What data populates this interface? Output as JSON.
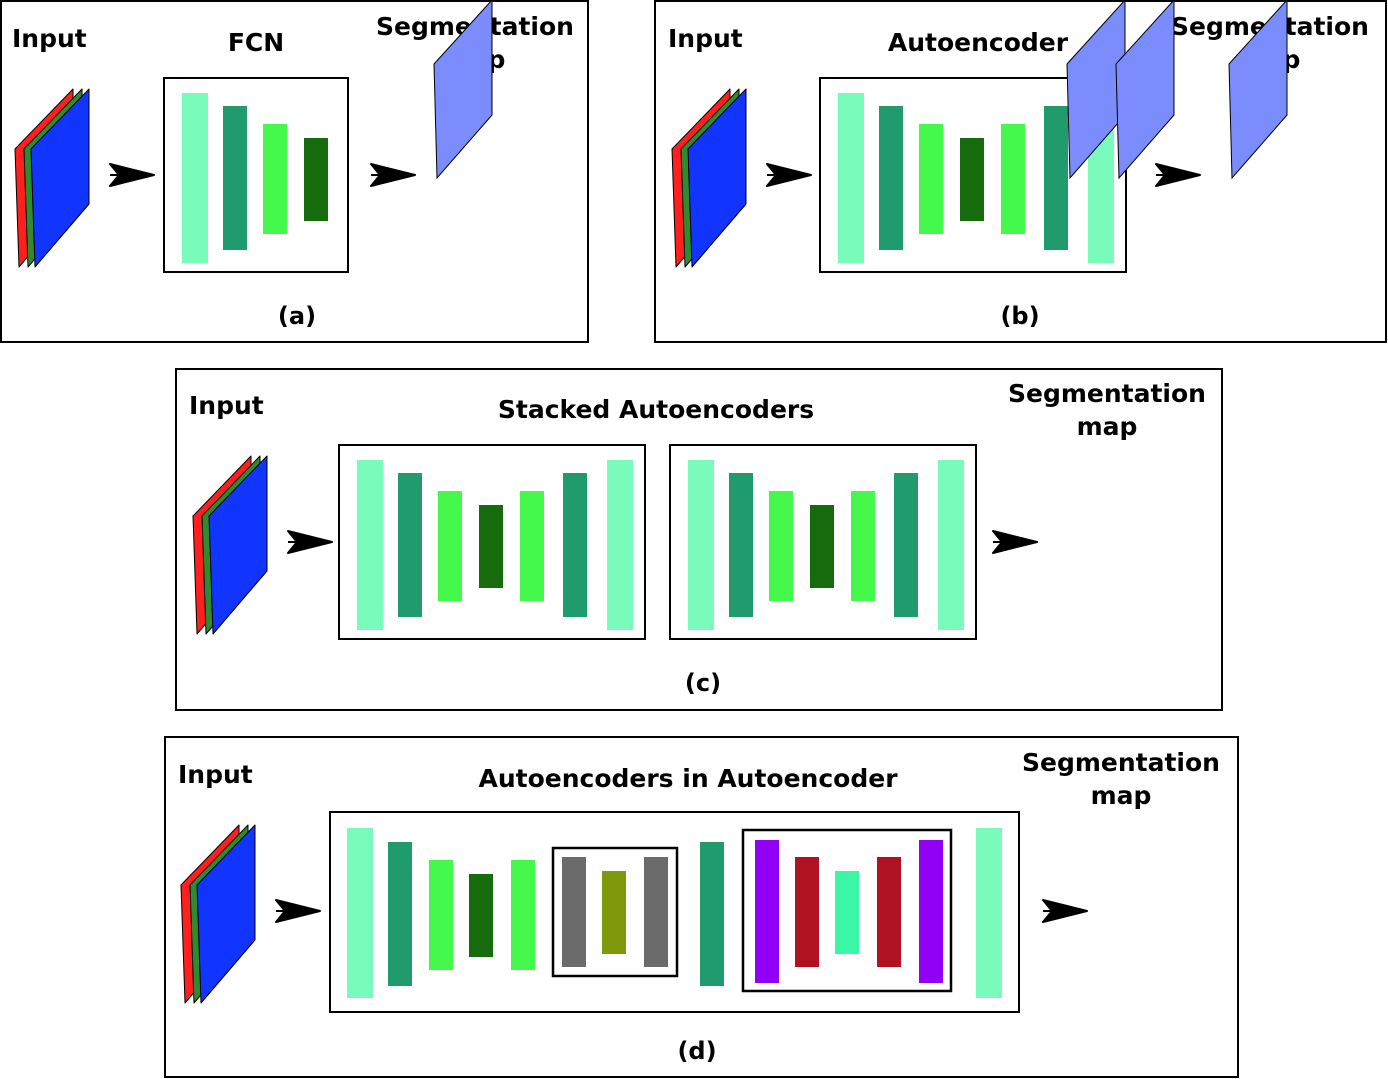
{
  "colors": {
    "layer_light": "#78fbbb",
    "layer_mid": "#1f9b6e",
    "layer_bright": "#44f84c",
    "layer_dark": "#166b0c",
    "inner_gray": "#6b6b6b",
    "inner_olive": "#7e9a0c",
    "inner_purple": "#9000f5",
    "inner_red": "#b01221",
    "inner_mint": "#3af7a6",
    "input_red": "#ff1f1f",
    "input_green": "#2e8c2e",
    "input_blue": "#1234ff",
    "seg_map": "#7b8dfc"
  },
  "panels": [
    {
      "id": "a",
      "input_label": "Input",
      "model_title": "FCN",
      "output_label": [
        "Segmentation",
        "map"
      ],
      "caption": "(a)"
    },
    {
      "id": "b",
      "input_label": "Input",
      "model_title": "Autoencoder",
      "output_label": [
        "Segmentation",
        "map"
      ],
      "caption": "(b)"
    },
    {
      "id": "c",
      "input_label": "Input",
      "model_title": "Stacked Autoencoders",
      "output_label": [
        "Segmentation",
        "map"
      ],
      "caption": "(c)"
    },
    {
      "id": "d",
      "input_label": "Input",
      "model_title": "Autoencoders in Autoencoder",
      "output_label": [
        "Segmentation",
        "map"
      ],
      "caption": "(d)"
    }
  ]
}
